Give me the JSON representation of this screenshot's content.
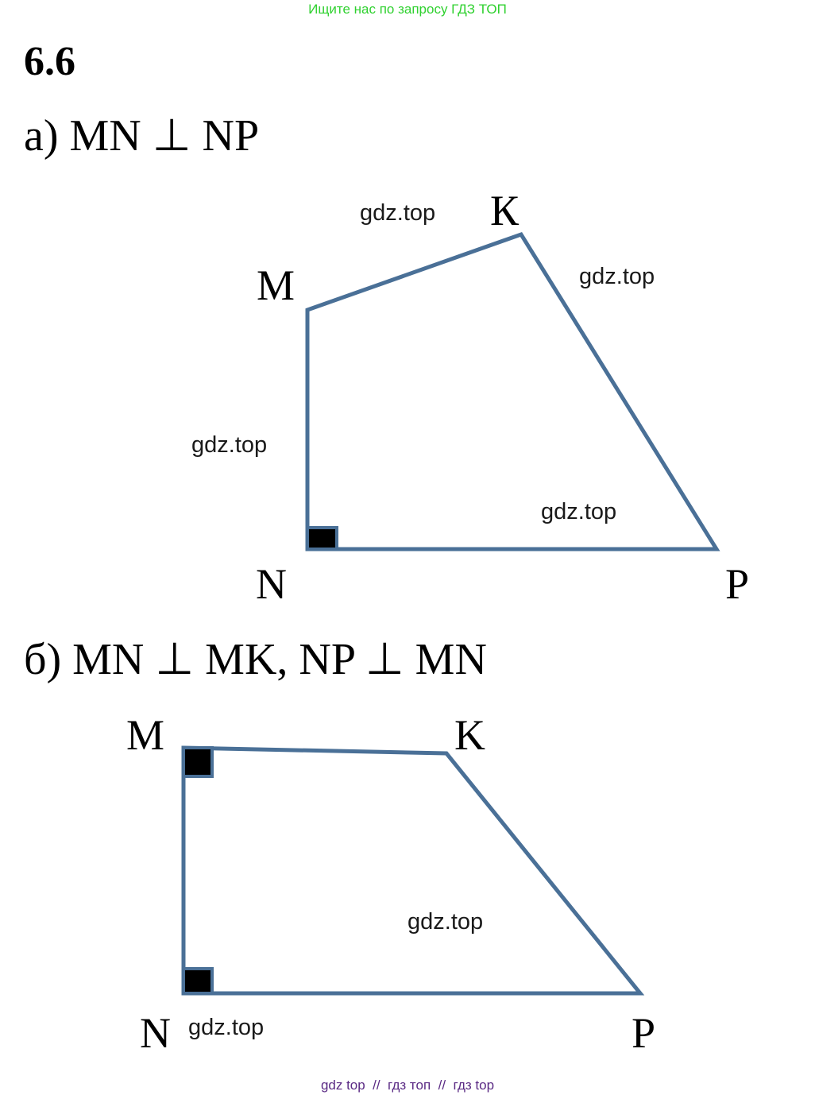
{
  "banner": "Ищите нас по запросу ГДЗ ТОП",
  "problem_number": "6.6",
  "part_a": {
    "heading": "а) MN ⊥ NP",
    "vertices": {
      "M": "M",
      "K": "К",
      "N": "N",
      "P": "P"
    },
    "watermarks": [
      "gdz.top",
      "gdz.top",
      "gdz.top",
      "gdz.top"
    ]
  },
  "part_b": {
    "heading": "б) MN ⊥ MK, NP ⊥ MN",
    "vertices": {
      "M": "M",
      "K": "K",
      "N": "N",
      "P": "P"
    },
    "watermarks": [
      "gdz.top",
      "gdz.top"
    ]
  },
  "footer": "gdz top  //  гдз топ  //  гдз top",
  "colors": {
    "edge": "#4a7097",
    "banner": "#2fd12f",
    "footer": "#5a2a84"
  }
}
